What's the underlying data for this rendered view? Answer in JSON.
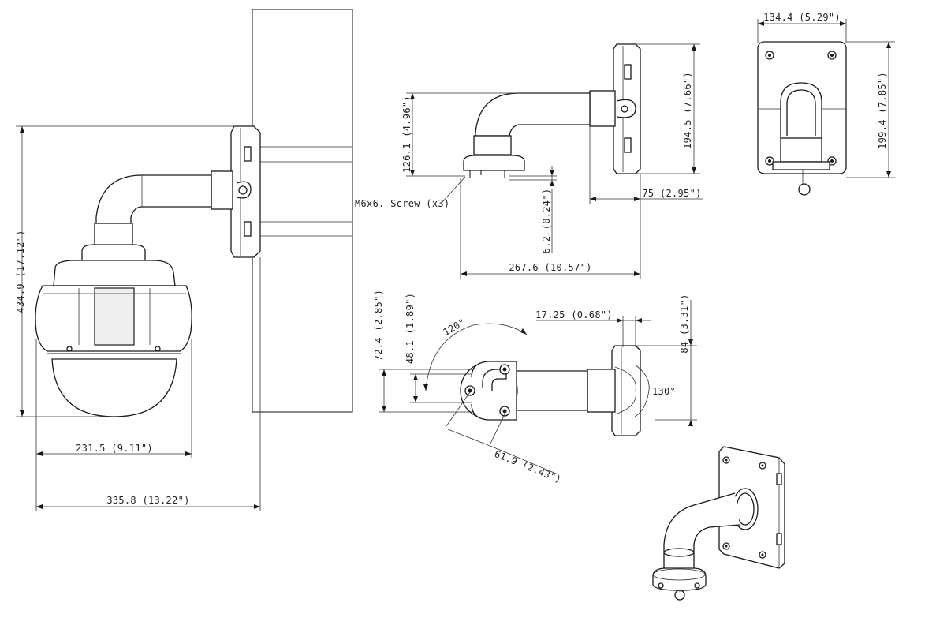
{
  "dimensions": {
    "overall_height": "434.9 (17.12\")",
    "dome_width": "231.5 (9.11\")",
    "overall_depth": "335.8 (13.22\")",
    "bracket_height": "126.1 (4.96\")",
    "plate_height_side": "194.5 (7.66\")",
    "screw_gap": "6.2 (0.24\")",
    "plate_offset": "75 (2.95\")",
    "bracket_length": "267.6 (10.57\")",
    "plate_width": "134.4 (5.29\")",
    "plate_height_front": "199.4 (7.85\")",
    "flange_offset_large": "72.4 (2.85\")",
    "flange_offset_small": "48.1 (1.89\")",
    "plate_thickness": "17.25 (0.68\")",
    "plate_depth_top": "84 (3.31\")",
    "hole_spacing": "61.9 (2.43\")"
  },
  "angles": {
    "screw_angle": "120°",
    "swivel_angle": "130°"
  },
  "callouts": {
    "screw": "M6x6. Screw (x3)"
  }
}
